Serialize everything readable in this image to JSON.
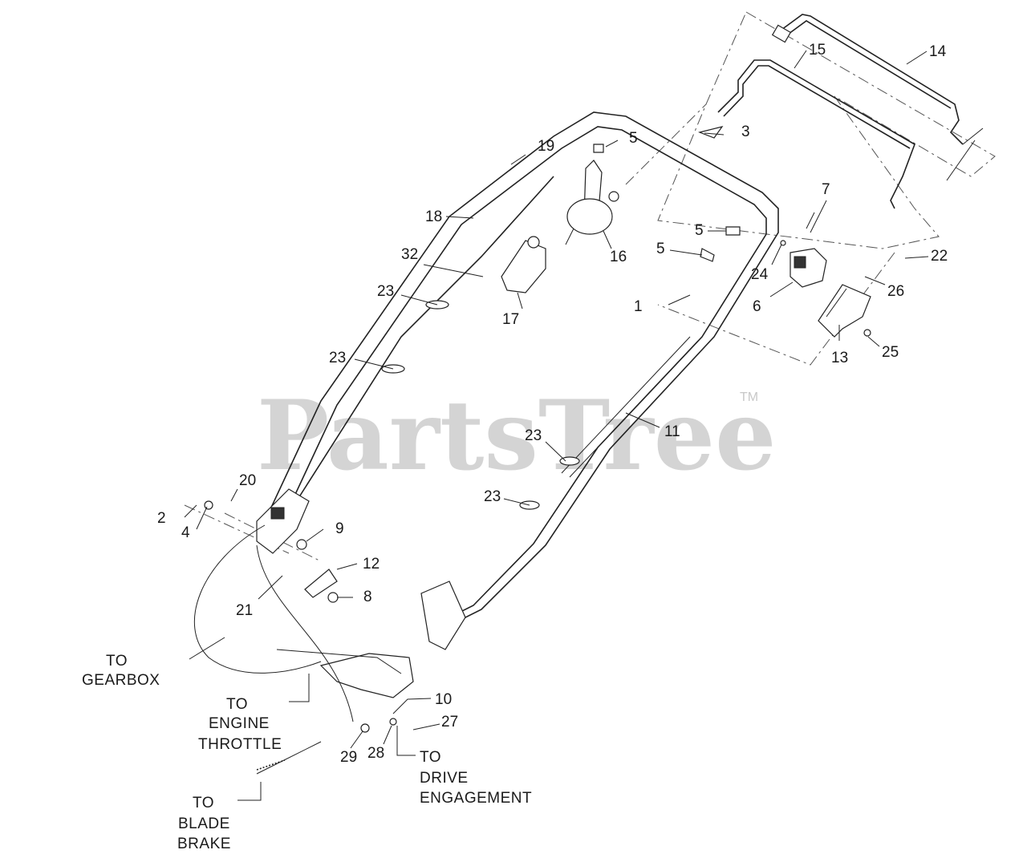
{
  "watermark": {
    "text": "PartsTree",
    "trademark": "TM"
  },
  "callouts": {
    "c1": "1",
    "c2": "2",
    "c3": "3",
    "c4": "4",
    "c5a": "5",
    "c5b": "5",
    "c5c": "5",
    "c6": "6",
    "c7": "7",
    "c8": "8",
    "c9": "9",
    "c10": "10",
    "c11": "11",
    "c12": "12",
    "c13": "13",
    "c14": "14",
    "c15": "15",
    "c16": "16",
    "c17": "17",
    "c18": "18",
    "c19": "19",
    "c20": "20",
    "c21": "21",
    "c22": "22",
    "c23a": "23",
    "c23b": "23",
    "c23c": "23",
    "c23d": "23",
    "c24": "24",
    "c25": "25",
    "c26": "26",
    "c27": "27",
    "c28": "28",
    "c29": "29",
    "c32": "32"
  },
  "notes": {
    "gearbox": [
      "TO",
      "GEARBOX"
    ],
    "throttle": [
      "TO",
      "ENGINE",
      "THROTTLE"
    ],
    "drive": [
      "TO",
      "DRIVE",
      "ENGAGEMENT"
    ],
    "brake": [
      "TO",
      "BLADE",
      "BRAKE"
    ]
  }
}
